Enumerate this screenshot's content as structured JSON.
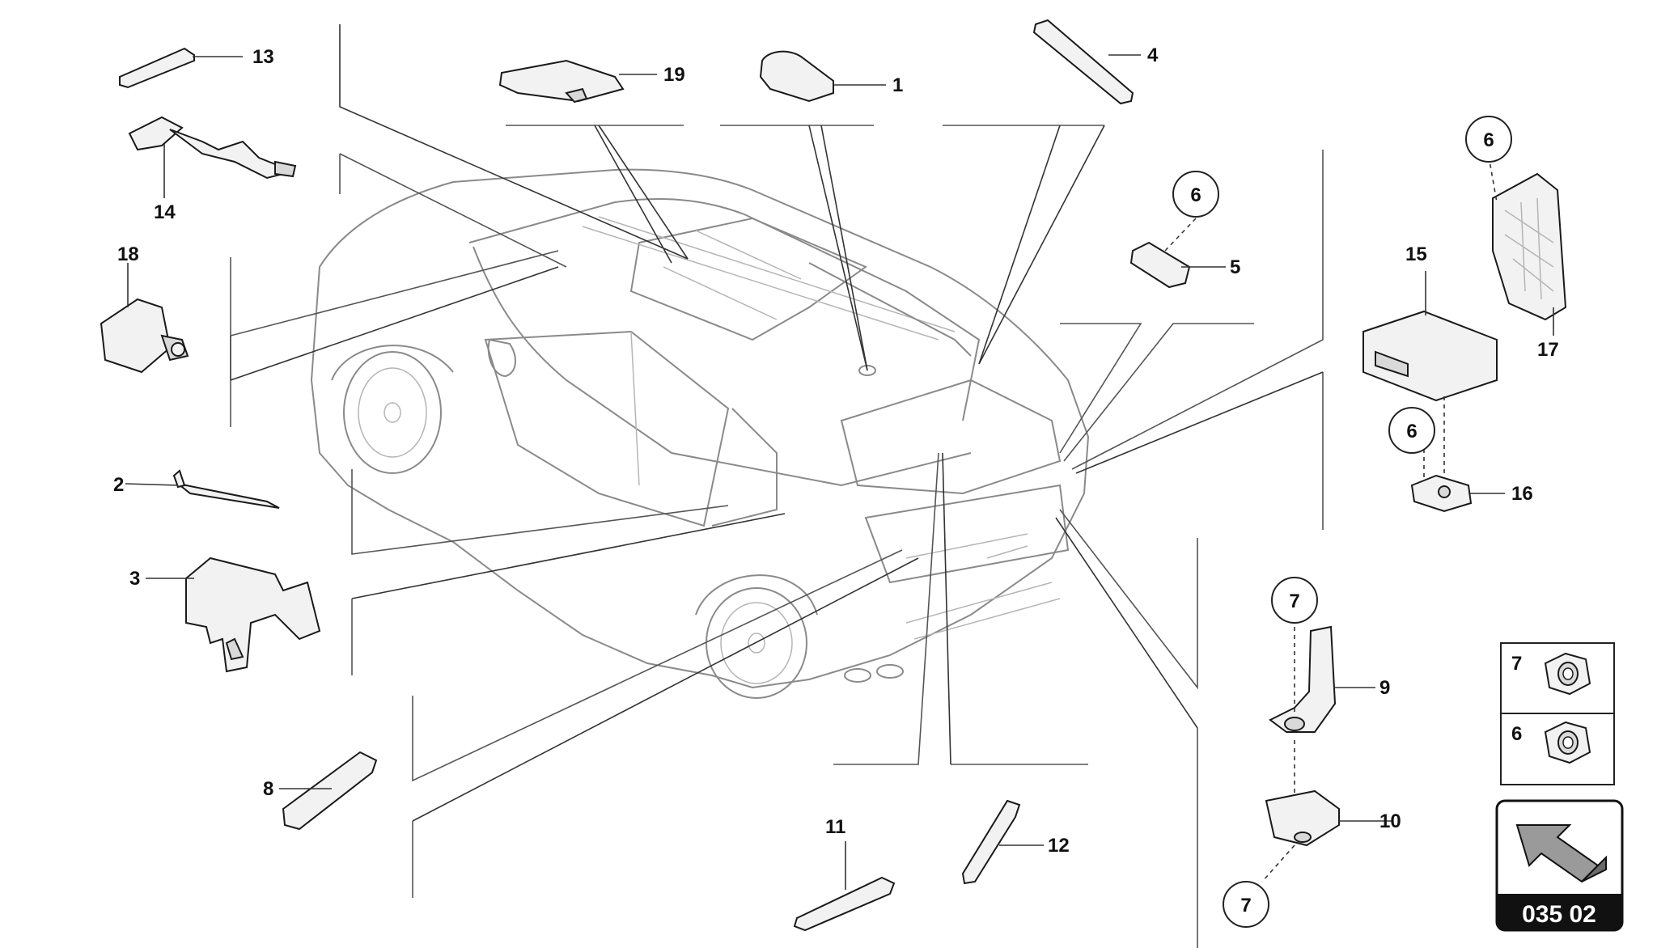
{
  "diagram": {
    "page_code": "035 02",
    "callouts": {
      "c1": "1",
      "c2": "2",
      "c3": "3",
      "c4": "4",
      "c5": "5",
      "c6a": "6",
      "c6b": "6",
      "c6c": "6",
      "c7a": "7",
      "c7b": "7",
      "c8": "8",
      "c9": "9",
      "c10": "10",
      "c11": "11",
      "c12": "12",
      "c13": "13",
      "c14": "14",
      "c15": "15",
      "c16": "16",
      "c17": "17",
      "c18": "18",
      "c19": "19"
    },
    "legend": {
      "item1": "7",
      "item2": "6"
    },
    "icons": {
      "vehicle": "suv-rear-perspective-icon",
      "orientation": "arrow-orientation-icon"
    }
  }
}
